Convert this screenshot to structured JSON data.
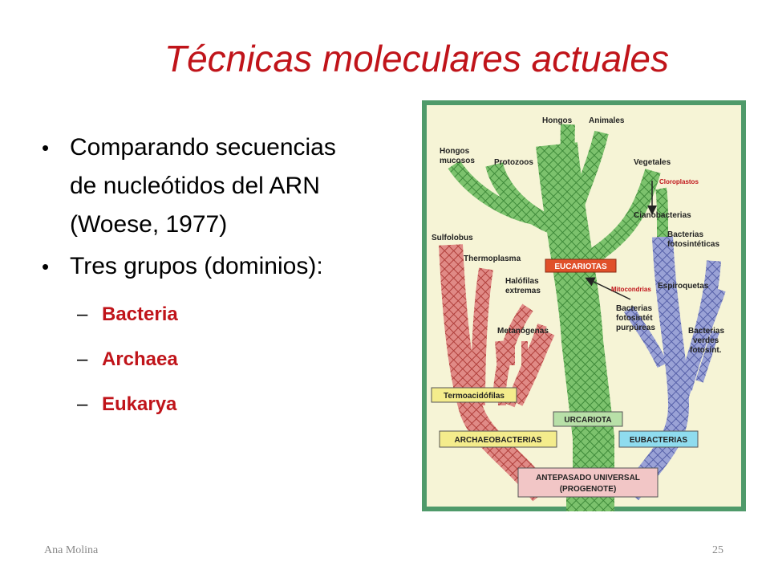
{
  "slide": {
    "title": "Técnicas moleculares actuales",
    "bullets": [
      {
        "text": "Comparando secuencias de nucleótidos del ARN (Woese, 1977)",
        "lines": [
          "Comparando secuencias",
          "de nucleótidos del ARN",
          "(Woese, 1977)"
        ]
      },
      {
        "text": "Tres grupos (dominios):"
      }
    ],
    "bullet_glyph": "•",
    "dash_glyph": "–",
    "sub_bullets": [
      "Bacteria",
      "Archaea",
      "Eukarya"
    ],
    "footer_author": "Ana Molina",
    "page_number": "25"
  },
  "diagram": {
    "labels": {
      "hongos": "Hongos",
      "animales": "Animales",
      "hongos_mucosos_1": "Hongos",
      "hongos_mucosos_2": "mucosos",
      "protozoos": "Protozoos",
      "vegetales": "Vegetales",
      "cloroplastos": "Cloroplastos",
      "cianobacterias": "Cianobacterias",
      "sulfolobus": "Sulfolobus",
      "thermoplasma": "Thermoplasma",
      "eucariotas": "EUCARIOTAS",
      "bact_fotosinteticas_1": "Bacterias",
      "bact_fotosinteticas_2": "fotosintéticas",
      "halofilas_1": "Halófilas",
      "halofilas_2": "extremas",
      "mitocondrias": "Mitocondrias",
      "espiroquetas": "Espiroquetas",
      "purpureas_1": "Bacterias",
      "purpureas_2": "fotosintét",
      "purpureas_3": "purpúreas",
      "metanogenas": "Metanógenas",
      "verdes_1": "Bacterias",
      "verdes_2": "verdes",
      "verdes_3": "fotosint.",
      "termoacidofilas": "Termoacidófilas",
      "urcariota": "URCARIOTA",
      "archaeobacterias": "ARCHAEOBACTERIAS",
      "eubacterias": "EUBACTERIAS",
      "antepasado_1": "ANTEPASADO UNIVERSAL",
      "antepasado_2": "(PROGENOTE)"
    },
    "colors": {
      "background": "#f6f4d6",
      "archaea": "#c9524e",
      "eukarya": "#5ba450",
      "bacteria": "#6a74b8",
      "red_text": "#c0141a",
      "label_yellow": "#f4ec8c",
      "label_green": "#b8e0a8",
      "label_cyan": "#8fdcef",
      "label_pink": "#f2c6c6"
    }
  }
}
